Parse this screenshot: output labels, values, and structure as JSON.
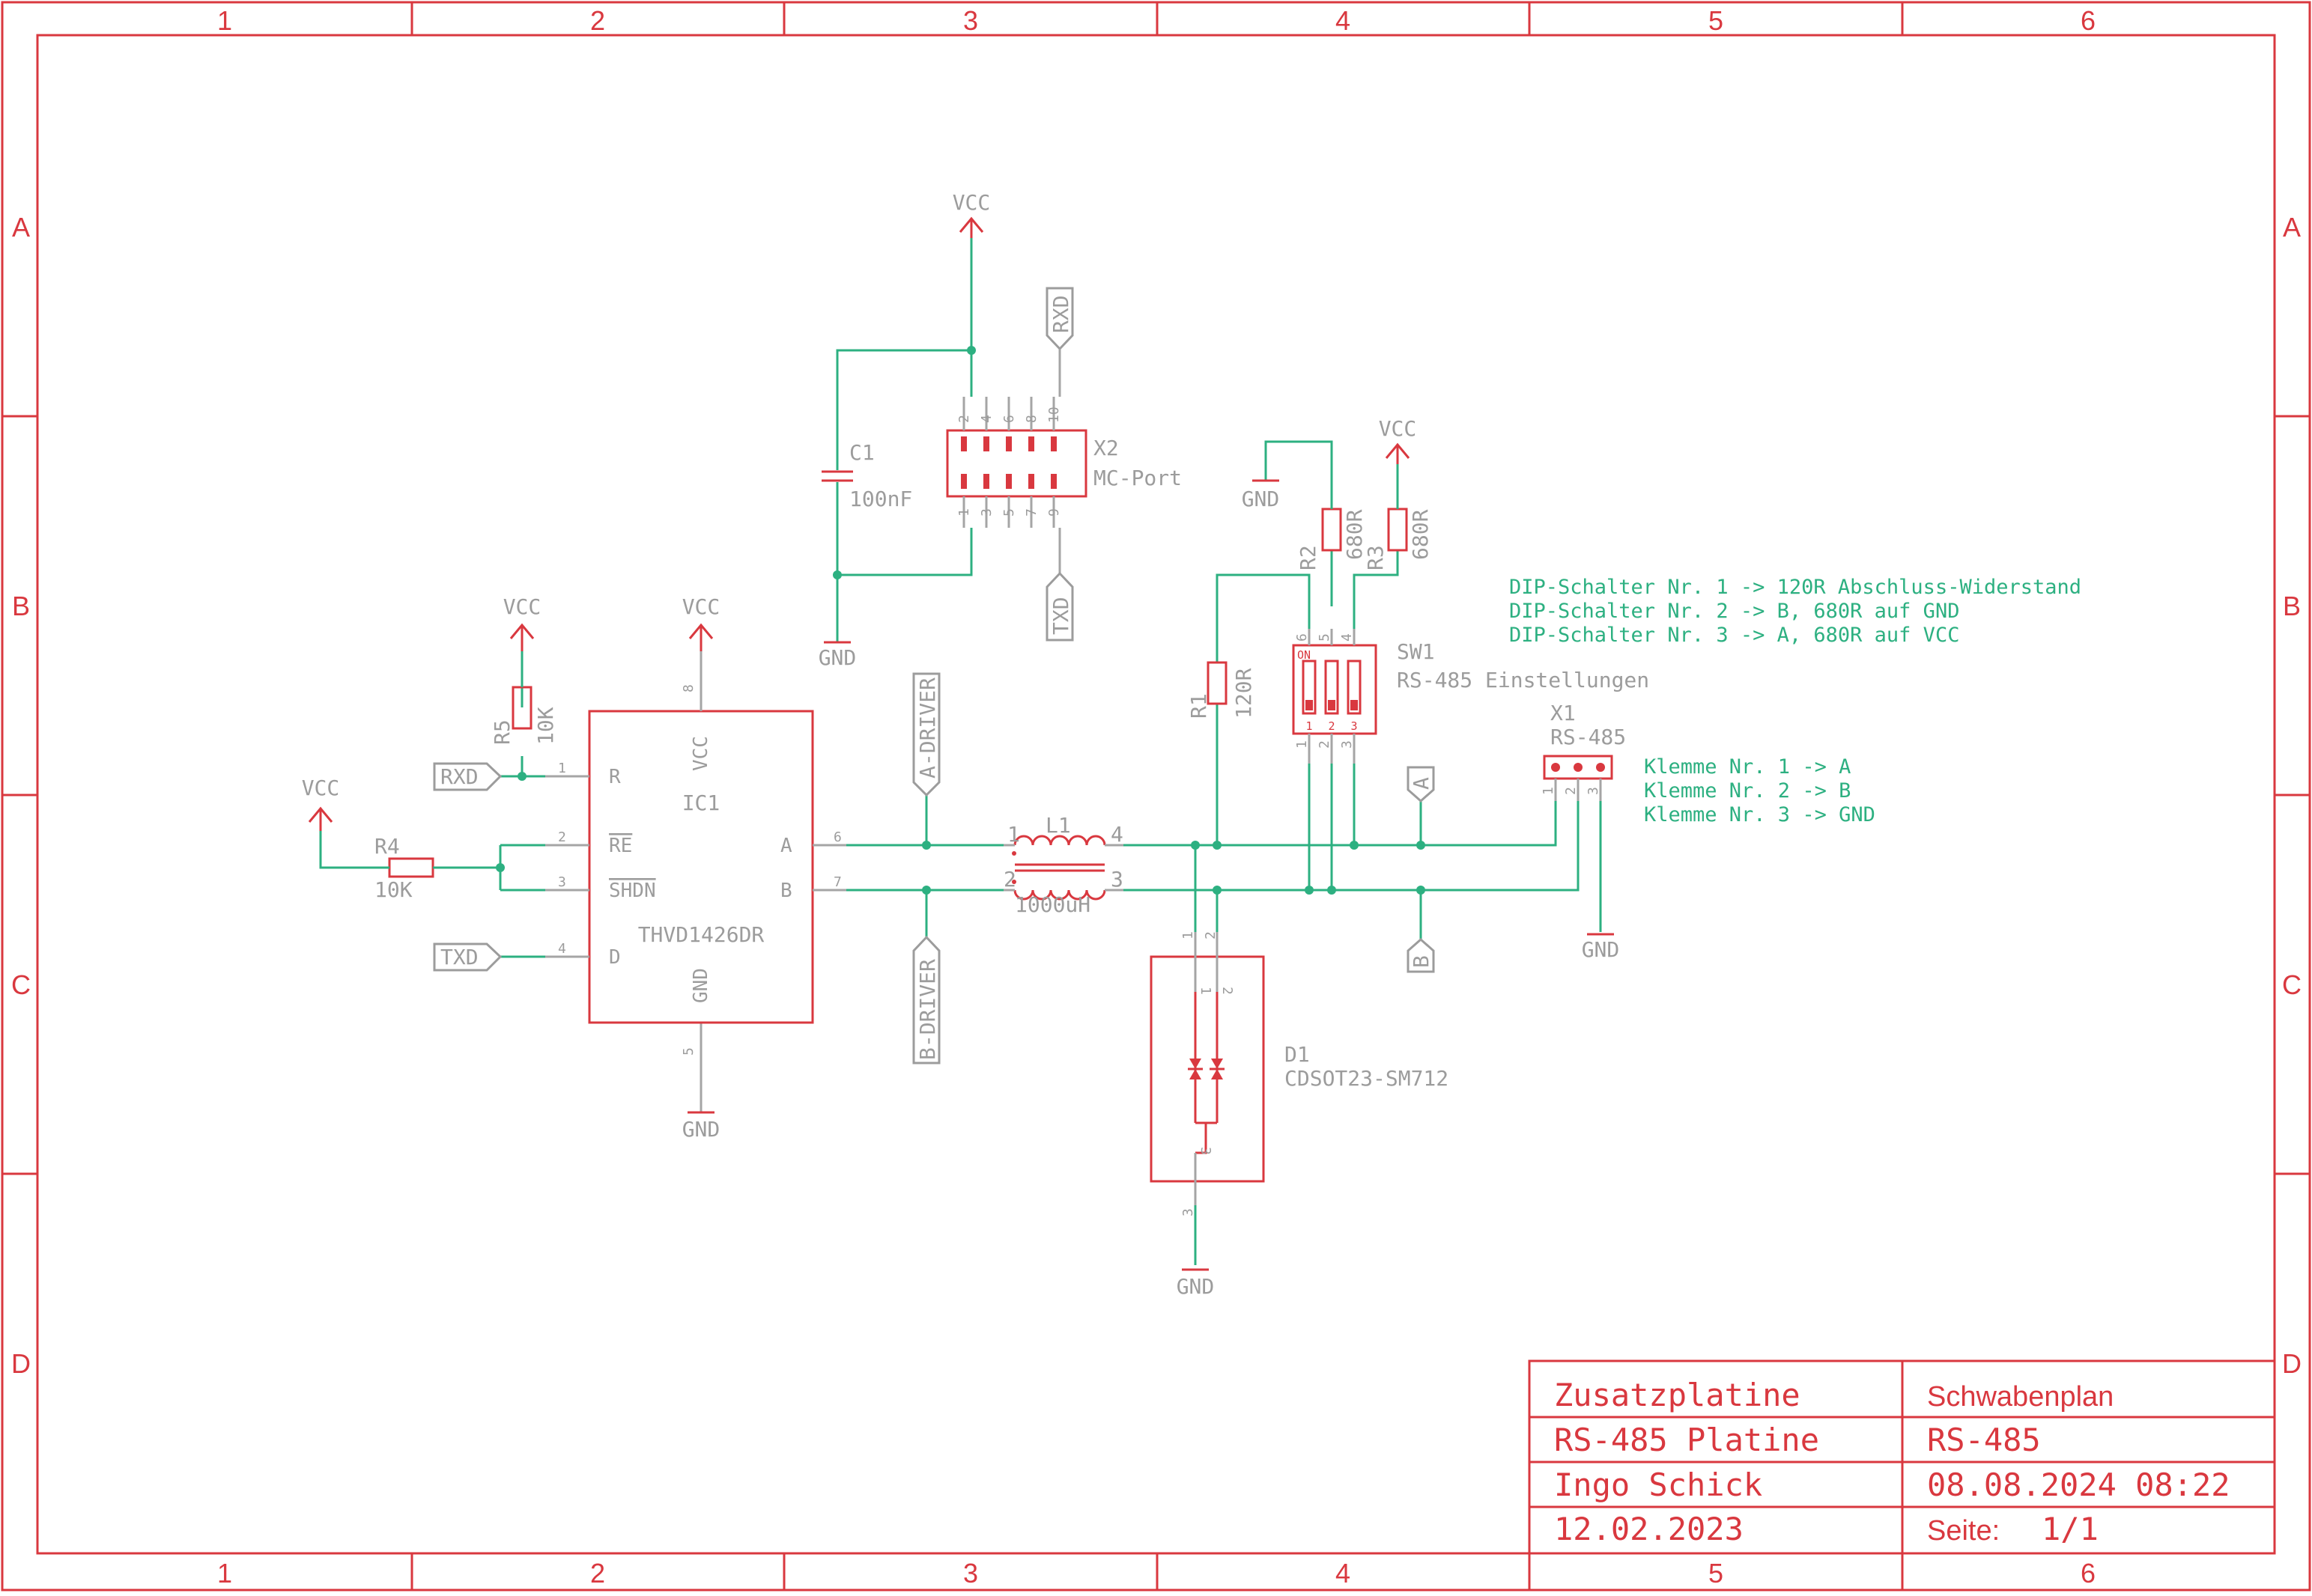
{
  "frame": {
    "columns": [
      "1",
      "2",
      "3",
      "4",
      "5",
      "6"
    ],
    "rows": [
      "A",
      "B",
      "C",
      "D"
    ]
  },
  "title_block": {
    "left": [
      "Zusatzplatine",
      "RS-485 Platine",
      "Ingo Schick",
      "12.02.2023"
    ],
    "right": [
      "Schwabenplan",
      "RS-485",
      "08.08.2024 08:22"
    ],
    "page_label": "Seite:",
    "page_value": "1/1"
  },
  "supplies": {
    "vcc": "VCC",
    "gnd": "GND"
  },
  "ports": {
    "rxd": "RXD",
    "txd": "TXD",
    "a_driver": "A-DRIVER",
    "b_driver": "B-DRIVER",
    "a": "A",
    "b": "B"
  },
  "components": {
    "c1": {
      "ref": "C1",
      "value": "100nF"
    },
    "x2": {
      "ref": "X2",
      "value": "MC-Port",
      "pins_top": [
        "2",
        "4",
        "6",
        "8",
        "10"
      ],
      "pins_bottom": [
        "1",
        "3",
        "5",
        "7",
        "9"
      ]
    },
    "r2": {
      "ref": "R2",
      "value": "680R"
    },
    "r3": {
      "ref": "R3",
      "value": "680R"
    },
    "r1": {
      "ref": "R1",
      "value": "120R"
    },
    "r5": {
      "ref": "R5",
      "value": "10K"
    },
    "r4": {
      "ref": "R4",
      "value": "10K"
    },
    "sw1": {
      "ref": "SW1",
      "value": "RS-485 Einstellungen",
      "on": "ON",
      "pins_top": [
        "6",
        "5",
        "4"
      ],
      "pins_bottom": [
        "1",
        "2",
        "3"
      ],
      "switch_nums": [
        "1",
        "2",
        "3"
      ]
    },
    "ic1": {
      "ref": "IC1",
      "value": "THVD1426DR",
      "pin_vcc": "VCC",
      "pin_gnd": "GND",
      "pin_r": "R",
      "pin_re": "RE",
      "pin_shdn": "SHDN",
      "pin_d": "D",
      "pin_a": "A",
      "pin_b": "B",
      "num_1": "1",
      "num_2": "2",
      "num_3": "3",
      "num_4": "4",
      "num_5": "5",
      "num_6": "6",
      "num_7": "7",
      "num_8": "8"
    },
    "l1": {
      "ref": "L1",
      "value": "1000uH",
      "p1": "1",
      "p2": "2",
      "p3": "3",
      "p4": "4"
    },
    "d1": {
      "ref": "D1",
      "value": "CDSOT23-SM712",
      "p1": "1",
      "p2": "2",
      "p3": "3"
    },
    "x1": {
      "ref": "X1",
      "value": "RS-485",
      "pins": [
        "1",
        "2",
        "3"
      ]
    }
  },
  "notes": {
    "dip": [
      "DIP-Schalter Nr. 1 -> 120R Abschluss-Widerstand",
      "DIP-Schalter Nr. 2 -> B, 680R auf GND",
      "DIP-Schalter Nr. 3 -> A, 680R auf VCC"
    ],
    "klemme": [
      "Klemme Nr. 1 -> A",
      "Klemme Nr. 2 -> B",
      "Klemme Nr. 3 -> GND"
    ]
  }
}
